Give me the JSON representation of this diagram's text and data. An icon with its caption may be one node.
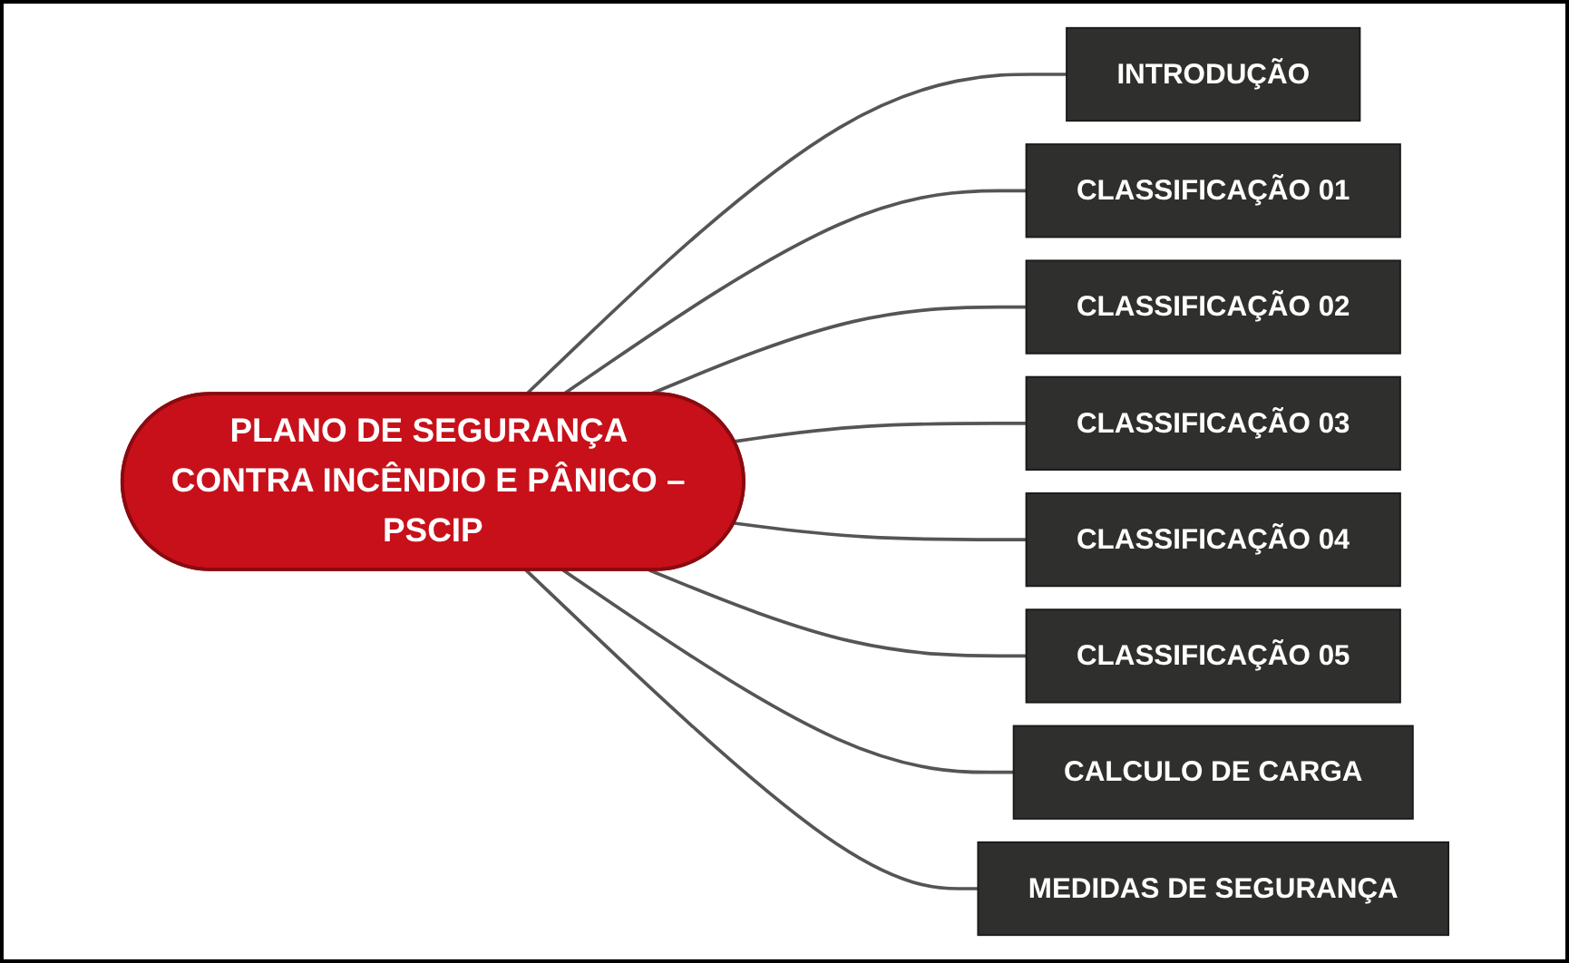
{
  "diagram": {
    "nodes": [
      {
        "text": [
          "PLANO DE SEGURANÇA CONTRA INCÊNDIO E PÂNICO – PSCIP"
        ]
      },
      {
        "text": [
          "INTRODUÇÃO"
        ]
      },
      {
        "text": [
          "CLASSIFICAÇÃO 01"
        ]
      },
      {
        "text": [
          "CLASSIFICAÇÃO 02"
        ]
      },
      {
        "text": [
          "CLASSIFICAÇÃO 03"
        ]
      },
      {
        "text": [
          "CLASSIFICAÇÃO 04"
        ]
      },
      {
        "text": [
          "CLASSIFICAÇÃO 05"
        ]
      },
      {
        "text": [
          "CALCULO DE CARGA"
        ]
      },
      {
        "text": [
          "MEDIDAS DE SEGURANÇA"
        ]
      }
    ],
    "edges": [
      {
        "from": 0,
        "to": 1,
        "arrow": "none"
      },
      {
        "from": 0,
        "to": 2,
        "arrow": "none"
      },
      {
        "from": 0,
        "to": 3,
        "arrow": "none"
      },
      {
        "from": 0,
        "to": 4,
        "arrow": "none"
      },
      {
        "from": 0,
        "to": 5,
        "arrow": "none"
      },
      {
        "from": 0,
        "to": 6,
        "arrow": "none"
      },
      {
        "from": 0,
        "to": 7,
        "arrow": "none"
      },
      {
        "from": 0,
        "to": 8,
        "arrow": "none"
      }
    ]
  }
}
